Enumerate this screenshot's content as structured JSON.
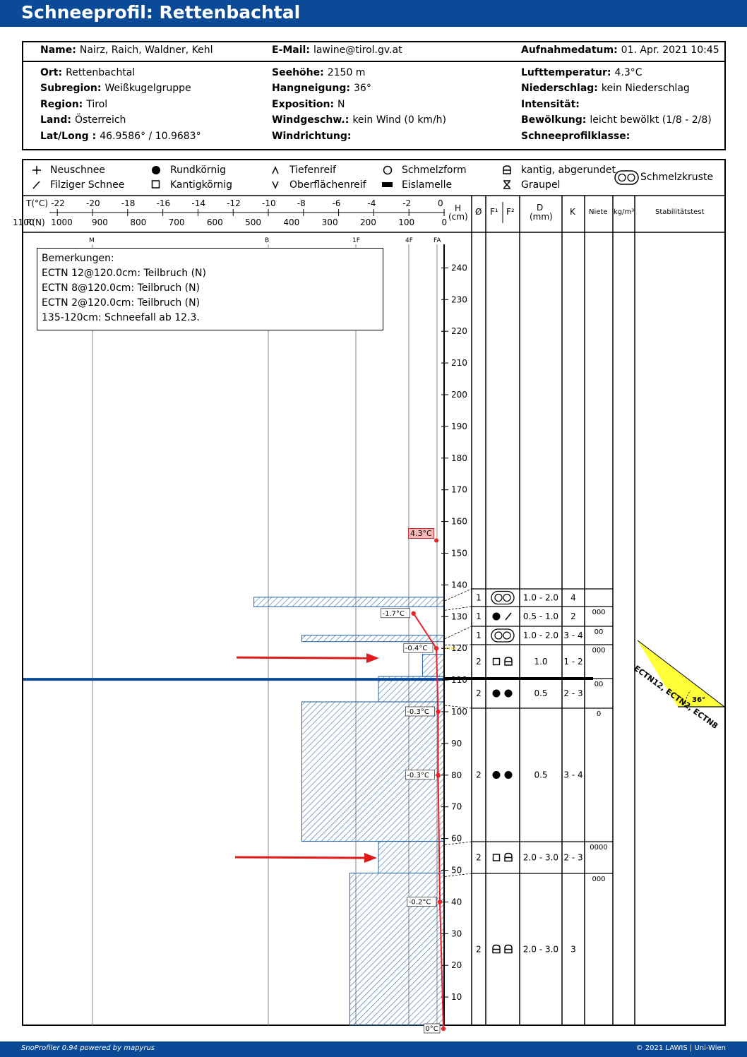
{
  "title": "Schneeprofil: Rettenbachtal",
  "header": {
    "name_label": "Name:",
    "name": "Nairz, Raich, Waldner, Kehl",
    "email_label": "E-Mail:",
    "email": "lawine@tirol.gv.at",
    "date_label": "Aufnahmedatum:",
    "date": "01. Apr. 2021 10:45"
  },
  "info": {
    "ort_label": "Ort:",
    "ort": "Rettenbachtal",
    "subregion_label": "Subregion:",
    "subregion": "Weißkugelgruppe",
    "region_label": "Region:",
    "region": "Tirol",
    "land_label": "Land:",
    "land": "Österreich",
    "latlong_label": "Lat/Long :",
    "latlong": "46.9586° / 10.9683°",
    "seehoehe_label": "Seehöhe:",
    "seehoehe": "2150 m",
    "hangneigung_label": "Hangneigung:",
    "hangneigung": "36°",
    "exposition_label": "Exposition:",
    "exposition": "N",
    "windgeschw_label": "Windgeschw.:",
    "windgeschw": "kein Wind (0 km/h)",
    "windrichtung_label": "Windrichtung:",
    "windrichtung": "",
    "lufttemp_label": "Lufttemperatur:",
    "lufttemp": "4.3°C",
    "niederschlag_label": "Niederschlag:",
    "niederschlag": "kein Niederschlag",
    "intensitaet_label": "Intensität:",
    "intensitaet": "",
    "bewoelkung_label": "Bewölkung:",
    "bewoelkung": "leicht bewölkt (1/8 - 2/8)",
    "profilklasse_label": "Schneeprofilklasse:",
    "profilklasse": ""
  },
  "legend": {
    "neuschnee": "Neuschnee",
    "filziger": "Filziger Schnee",
    "rundkoernig": "Rundkörnig",
    "kantigkoernig": "Kantigkörnig",
    "tiefenreif": "Tiefenreif",
    "oberflaechenreif": "Oberflächenreif",
    "schmelzform": "Schmelzform",
    "eislamelle": "Eislamelle",
    "kantig_abgerundet": "kantig, abgerundet",
    "graupel": "Graupel",
    "schmelzkruste": "Schmelzkruste"
  },
  "axes": {
    "t_label": "T(°C)",
    "t_ticks": [
      "-22",
      "-20",
      "-18",
      "-16",
      "-14",
      "-12",
      "-10",
      "-8",
      "-6",
      "-4",
      "-2",
      "0"
    ],
    "r_label": "R(N)",
    "r_ticks": [
      "1100",
      "1000",
      "900",
      "800",
      "700",
      "600",
      "500",
      "400",
      "300",
      "200",
      "100",
      "0"
    ],
    "hand_hardness": [
      "M",
      "B",
      "1F",
      "4F",
      "FA"
    ],
    "h_label_top": "H",
    "h_label_bot": "(cm)",
    "height_ticks": [
      "240",
      "230",
      "220",
      "210",
      "200",
      "190",
      "180",
      "170",
      "160",
      "150",
      "140",
      "130",
      "120",
      "110",
      "100",
      "90",
      "80",
      "70",
      "60",
      "50",
      "40",
      "30",
      "20",
      "10"
    ]
  },
  "columns": {
    "wet": "Ø",
    "f1": "F¹",
    "f2": "F²",
    "d_top": "D",
    "d_bot": "(mm)",
    "k": "K",
    "niete": "Niete",
    "dens": "kg/m³",
    "stab": "Stabilitätstest"
  },
  "remarks": {
    "title": "Bemerkungen:",
    "lines": [
      "ECTN 12@120.0cm: Teilbruch (N)",
      "ECTN 8@120.0cm: Teilbruch (N)",
      "ECTN 2@120.0cm: Teilbruch (N)",
      "135-120cm: Schneefall ab 12.3."
    ]
  },
  "air_temp_label": "4.3°C",
  "temperatures": [
    {
      "h": 131,
      "label": "-1.7°C"
    },
    {
      "h": 120,
      "label": "-0.4°C"
    },
    {
      "h": 100,
      "label": "-0.3°C"
    },
    {
      "h": 80,
      "label": "-0.3°C"
    },
    {
      "h": 40,
      "label": "-0.2°C"
    },
    {
      "h": 0,
      "label": "0°C"
    }
  ],
  "layers": [
    {
      "from": 135,
      "to": 132,
      "hardness_N": 500
    },
    {
      "from": 132,
      "to": 123,
      "hardness_N": 0
    },
    {
      "from": 123,
      "to": 121,
      "hardness_N": 375
    },
    {
      "from": 121,
      "to": 117,
      "hardness_N": 0
    },
    {
      "from": 117,
      "to": 110,
      "hardness_N": 60
    },
    {
      "from": 110,
      "to": 102,
      "hardness_N": 175
    },
    {
      "from": 102,
      "to": 58,
      "hardness_N": 375
    },
    {
      "from": 58,
      "to": 48,
      "hardness_N": 175
    },
    {
      "from": 48,
      "to": 0,
      "hardness_N": 250
    }
  ],
  "layer_table": [
    {
      "wet": "1",
      "f1": "schmelzkruste",
      "f2": "",
      "d": "1.0 - 2.0",
      "k": "4",
      "niete": ""
    },
    {
      "wet": "1",
      "f1": "rundkoernig",
      "f2": "filziger",
      "d": "0.5 - 1.0",
      "k": "2",
      "niete": "000"
    },
    {
      "wet": "1",
      "f1": "schmelzkruste",
      "f2": "",
      "d": "1.0 - 2.0",
      "k": "3 - 4",
      "niete": "00"
    },
    {
      "wet": "2",
      "f1": "kantigkoernig",
      "f2": "kantig_abgerundet",
      "d": "1.0",
      "k": "1 - 2",
      "niete": "000"
    },
    {
      "wet": "2",
      "f1": "rundkoernig",
      "f2": "rundkoernig",
      "d": "0.5",
      "k": "2 - 3",
      "niete": "00"
    },
    {
      "wet": "2",
      "f1": "rundkoernig",
      "f2": "rundkoernig",
      "d": "0.5",
      "k": "3 - 4",
      "niete": "0"
    },
    {
      "wet": "2",
      "f1": "kantigkoernig",
      "f2": "kantig_abgerundet",
      "d": "2.0 - 3.0",
      "k": "2 - 3",
      "niete": "0000"
    },
    {
      "wet": "2",
      "f1": "kantig_abgerundet",
      "f2": "kantig_abgerundet",
      "d": "2.0 - 3.0",
      "k": "3",
      "niete": "000"
    }
  ],
  "stability": {
    "label": "ECTN12, ECTN2, ECTN8",
    "angle": "36°"
  },
  "footer": {
    "left": "SnoProfiler 0.94 powered by mapyrus",
    "right": "© 2021 LAWIS | Uni-Wien"
  },
  "colors": {
    "brand": "#0b4a96",
    "temp_line": "#e8232a",
    "hatch": "#1f5fa8",
    "air_temp_bg": "#f5b7b7",
    "stab_bg": "#ffff3a"
  }
}
